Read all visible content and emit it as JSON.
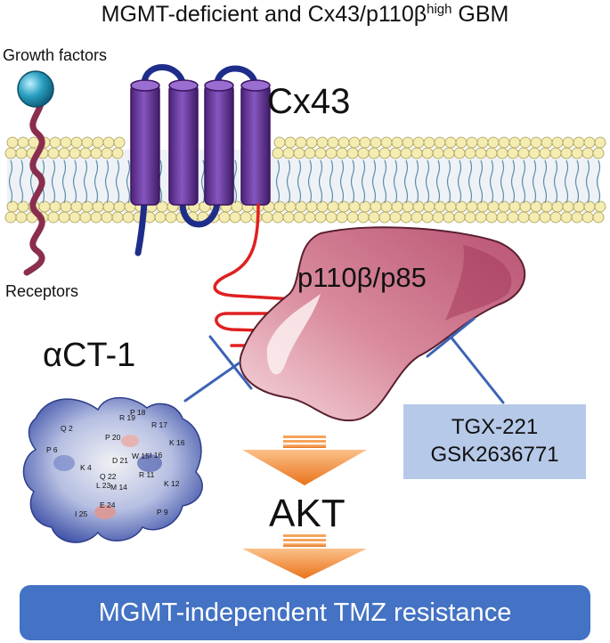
{
  "title": {
    "main": "MGMT-deficient and Cx43/p110β",
    "superscript": "high",
    "suffix": " GBM"
  },
  "labels": {
    "growth_factors": "Growth factors",
    "receptors": "Receptors",
    "cx43": "Cx43",
    "p110": "p110β/p85",
    "act1": "αCT-1",
    "akt": "AKT"
  },
  "inhibitors": [
    "TGX-221",
    "GSK2636771"
  ],
  "outcome": "MGMT-independent TMZ resistance",
  "peptide_residues": [
    "Q 2",
    "P 6",
    "K 4",
    "P 18",
    "R 19",
    "R 17",
    "P 20",
    "D 21",
    "W 15",
    "I 16",
    "K 16",
    "Q 22",
    "L 23",
    "M 14",
    "R 11",
    "E 24",
    "I 25",
    "K 12",
    "P 9"
  ],
  "colors": {
    "cx43_helix": "#6f3fa0",
    "cx43_loop": "#1f2d8a",
    "cx43_ct_tail": "#e02020",
    "receptor": "#8a2e4f",
    "growth_factor_ball": "#2aa0c0",
    "lipid_head": "#f4ecb0",
    "p110_body": "#d98a9c",
    "inhibitor_line": "#3e63b4",
    "arrow": "#f28c28",
    "inhibitor_box": "#b6c9e8",
    "outcome_bar": "#4472c4"
  }
}
